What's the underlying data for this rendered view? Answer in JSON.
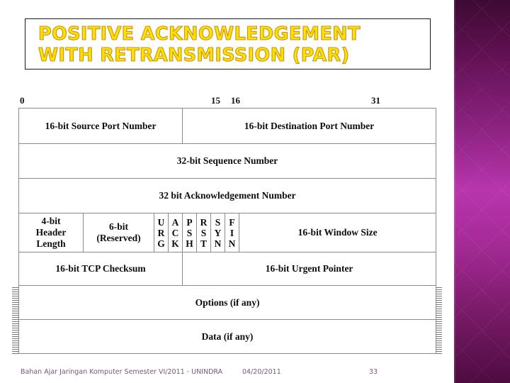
{
  "slide": {
    "title_line_1": "POSITIVE ACKNOWLEDGEMENT",
    "title_line_2": "WITH RETRANSMISSION (PAR)",
    "title_color": "#ffe000",
    "title_outline_color": "#c8941a"
  },
  "decoration": {
    "band_name": "purple-gradient-band",
    "gradient_top": "#3d0a33",
    "gradient_mid": "#b835ad",
    "gradient_bottom": "#4d0c40"
  },
  "diagram": {
    "name": "tcp-header-format",
    "bit_ruler": [
      "0",
      "15",
      "16",
      "31"
    ],
    "rows": [
      {
        "name": "ports-row",
        "cells": [
          {
            "label": "16-bit Source Port Number"
          },
          {
            "label": "16-bit Destination Port Number"
          }
        ]
      },
      {
        "name": "sequence-row",
        "cells": [
          {
            "label": "32-bit Sequence Number"
          }
        ]
      },
      {
        "name": "acknowledgement-row",
        "cells": [
          {
            "label": "32 bit Acknowledgement Number"
          }
        ]
      },
      {
        "name": "flags-row",
        "cells": [
          {
            "label_l1": "4-bit",
            "label_l2": "Header",
            "label_l3": "Length"
          },
          {
            "label_l1": "6-bit",
            "label_l2": "(Reserved)"
          },
          {
            "label": "16-bit Window Size"
          }
        ],
        "flags": [
          {
            "name": "urg-flag",
            "letters": [
              "U",
              "R",
              "G"
            ]
          },
          {
            "name": "ack-flag",
            "letters": [
              "A",
              "C",
              "K"
            ]
          },
          {
            "name": "psh-flag",
            "letters": [
              "P",
              "S",
              "H"
            ]
          },
          {
            "name": "rst-flag",
            "letters": [
              "R",
              "S",
              "T"
            ]
          },
          {
            "name": "syn-flag",
            "letters": [
              "S",
              "Y",
              "N"
            ]
          },
          {
            "name": "fin-flag",
            "letters": [
              "F",
              "I",
              "N"
            ]
          }
        ]
      },
      {
        "name": "checksum-row",
        "cells": [
          {
            "label": "16-bit TCP Checksum"
          },
          {
            "label": "16-bit Urgent Pointer"
          }
        ]
      },
      {
        "name": "options-row",
        "cells": [
          {
            "label": "Options (if any)"
          }
        ]
      },
      {
        "name": "data-row",
        "cells": [
          {
            "label": "Data (if any)"
          }
        ]
      }
    ]
  },
  "footer": {
    "course": "Bahan Ajar Jaringan Komputer Semester VI/2011 - UNINDRA",
    "date": "04/20/2011",
    "page": "33"
  }
}
